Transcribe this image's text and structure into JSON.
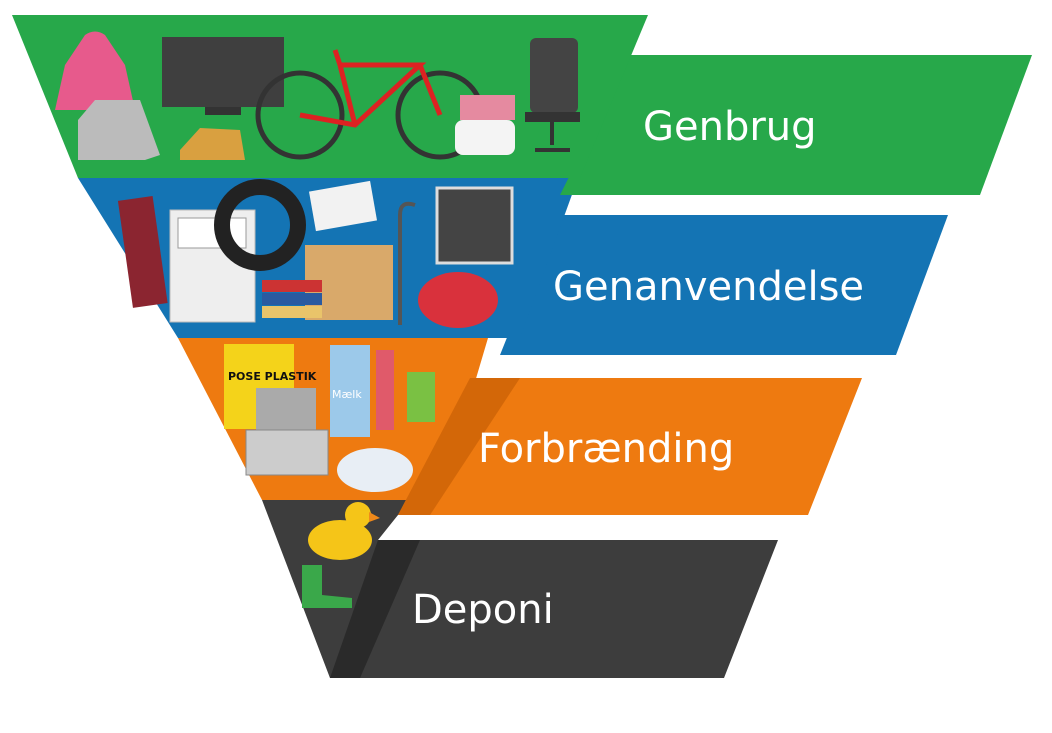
{
  "title": "Affaldshierarki",
  "levels": [
    {
      "label": "Genbrug",
      "color": "#27a84a"
    },
    {
      "label": "Genanvendelse",
      "color": "#1474b4"
    },
    {
      "label": "Forbrænding",
      "color": "#ee7a10"
    },
    {
      "label": "Deponi",
      "color": "#3d3d3d"
    }
  ],
  "item_text": {
    "milk_carton": "Mælk",
    "plastic_bag": "POSE PLASTIK"
  }
}
